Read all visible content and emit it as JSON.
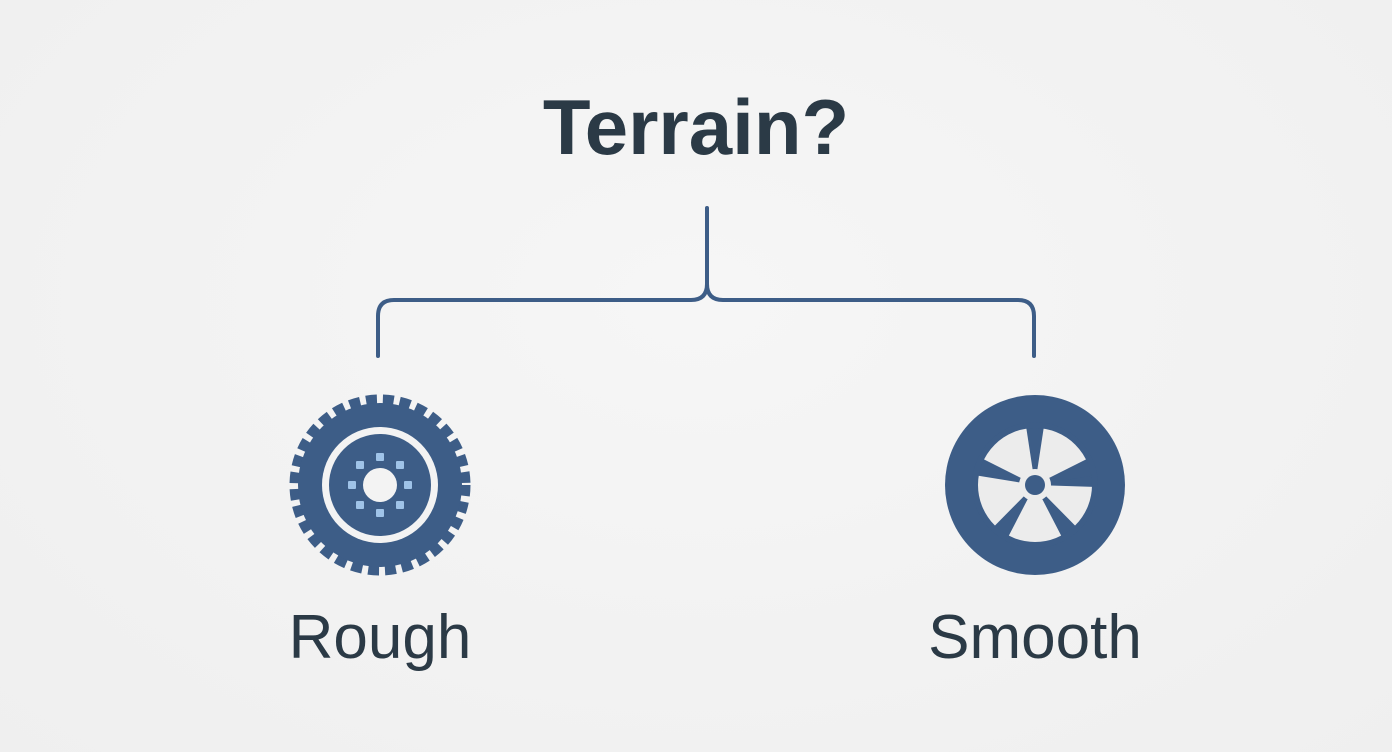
{
  "diagram": {
    "title": "Terrain?",
    "options": [
      {
        "label": "Rough",
        "icon": "rugged-tire-icon"
      },
      {
        "label": "Smooth",
        "icon": "smooth-wheel-icon"
      }
    ]
  },
  "colors": {
    "text": "#2b3a46",
    "icon_fill": "#3d5d87",
    "icon_accent": "#9fc3e8",
    "connector": "#3d5d87",
    "background": "#f1f1f1"
  }
}
